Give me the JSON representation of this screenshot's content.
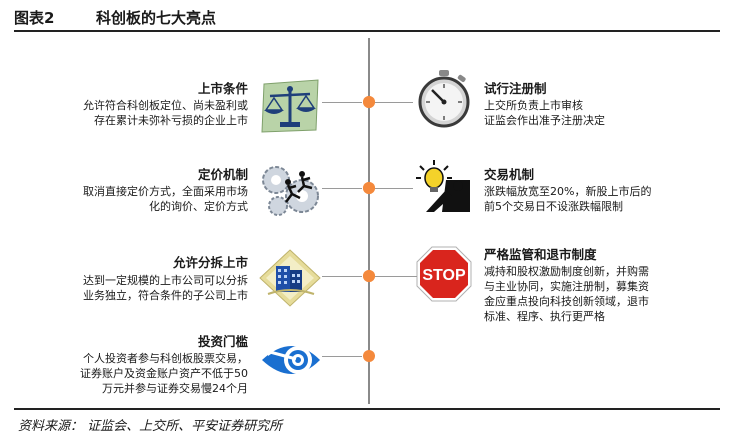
{
  "header": {
    "label": "图表2",
    "title": "科创板的七大亮点"
  },
  "left_items": [
    {
      "title": "上市条件",
      "lines": [
        "允许符合科创板定位、尚未盈利或",
        "存在累计未弥补亏损的企业上市"
      ],
      "icon": "balance-scale-icon"
    },
    {
      "title": "定价机制",
      "lines": [
        "取消直接定价方式，全面采用市场",
        "化的询价、定价方式"
      ],
      "icon": "gears-runners-icon"
    },
    {
      "title": "允许分拆上市",
      "lines": [
        "达到一定规模的上市公司可以分拆",
        "业务独立，符合条件的子公司上市"
      ],
      "icon": "building-icon"
    },
    {
      "title": "投资门槛",
      "lines": [
        "个人投资者参与科创板股票交易，",
        "证券账户及资金账户资产不低于50",
        "万元并参与证券交易慢24个月"
      ],
      "icon": "target-icon"
    }
  ],
  "right_items": [
    {
      "title": "试行注册制",
      "lines": [
        "上交所负责上市审核",
        "证监会作出准予注册决定"
      ],
      "icon": "stopwatch-icon"
    },
    {
      "title": "交易机制",
      "lines": [
        "涨跌幅放宽至20%，新股上市后的",
        "前5个交易日不设涨跌幅限制"
      ],
      "icon": "idea-push-icon"
    },
    {
      "title": "严格监管和退市制度",
      "lines": [
        "减持和股权激励制度创新，并购需",
        "与主业协同，实施注册制，募集资",
        "金应重点投向科技创新领域，退市",
        "标准、程序、执行更严格"
      ],
      "icon": "stop-sign-icon",
      "stop_text": "STOP"
    }
  ],
  "footer": {
    "source": "资料来源：  证监会、上交所、平安证券研究所"
  },
  "colors": {
    "accent": "#f4893c",
    "stop_red": "#d9251d",
    "icon_blue": "#1a6fd0"
  }
}
